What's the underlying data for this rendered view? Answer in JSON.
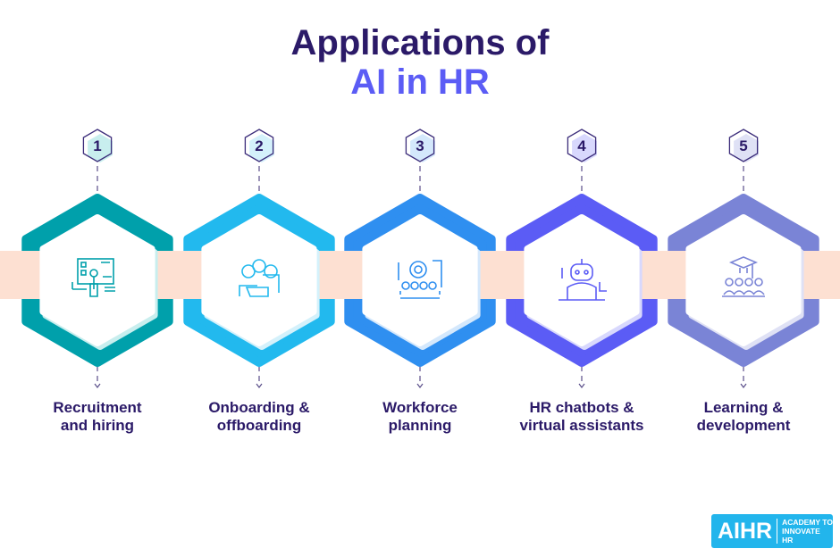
{
  "title": {
    "line1": "Applications of",
    "line2": "AI in HR"
  },
  "steps": [
    {
      "number": "1",
      "label": "Recruitment and hiring",
      "color": "#00a0ab",
      "tint": "#c8eeee",
      "icon": "recruitment-touchscreen-icon"
    },
    {
      "number": "2",
      "label": "Onboarding & offboarding",
      "color": "#22b9ee",
      "tint": "#d4f1fb",
      "icon": "team-handshake-icon"
    },
    {
      "number": "3",
      "label": "Workforce planning",
      "color": "#2f8ff0",
      "tint": "#d4e8fc",
      "icon": "workforce-gear-icon"
    },
    {
      "number": "4",
      "label": "HR chatbots & virtual assistants",
      "color": "#5b5cf5",
      "tint": "#d8d8fd",
      "icon": "robot-icon"
    },
    {
      "number": "5",
      "label": "Learning & development",
      "color": "#7a84d6",
      "tint": "#dfe1f5",
      "icon": "graduation-group-icon"
    }
  ],
  "logo": {
    "mark": "AIHR",
    "line1": "ACADEMY TO",
    "line2": "INNOVATE HR"
  },
  "colors": {
    "title": "#2b1a68",
    "accent": "#5b5cf5",
    "band": "#fde0d2"
  }
}
